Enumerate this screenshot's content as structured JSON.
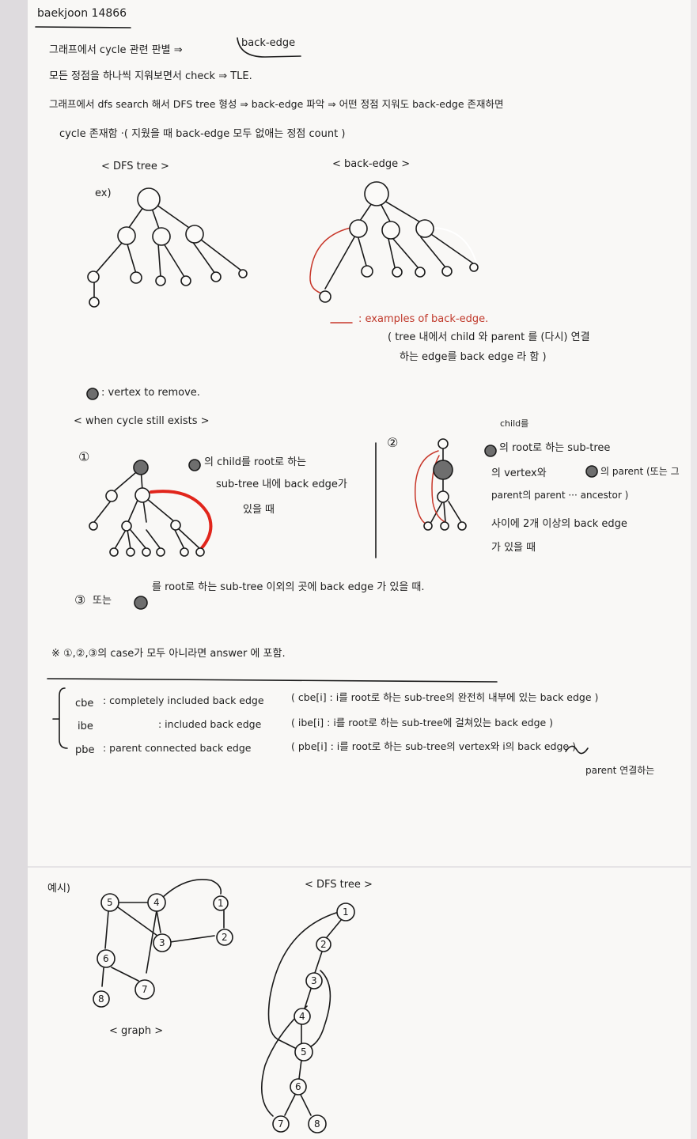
{
  "header": {
    "title": "baekjoon 14866"
  },
  "notes": {
    "line1_a": "그래프에서 cycle 관련 판별 ⇒",
    "line1_b": "back-edge",
    "line2": "모든 정점을 하나씩 지워보면서 check ⇒ TLE.",
    "line3": "그래프에서 dfs search 해서 DFS tree 형성 ⇒ back-edge 파악 ⇒ 어떤 정점 지워도 back-edge 존재하면",
    "line4": "cycle 존재함 ·( 지웠을 때 back-edge 모두 없애는 정점 count )"
  },
  "sketch_labels": {
    "dfs_tree": "< DFS tree >",
    "back_edge": "< back-edge >",
    "ex": "ex)",
    "examples_dash": "—",
    "examples": ": examples of back-edge.",
    "explain1": "( tree 내에서 child 와 parent 를 (다시) 연결",
    "explain2": "하는 edge를 back edge 라 함 )"
  },
  "cases": {
    "legend": ": vertex to remove.",
    "title": "< when cycle still exists >",
    "c1_num": "①",
    "c1_text1": "의 child를 root로 하는",
    "c1_text2": "sub-tree 내에 back edge가",
    "c1_text3": "있을 때",
    "c2_num": "②",
    "c2_child": "child를",
    "c2_text1": "의 root로 하는 sub-tree",
    "c2_text2": "의 vertex와",
    "c2_text2b": "의 parent (또는 그",
    "c2_text3": "parent의 parent ··· ancestor )",
    "c2_text4": "사이에 2개 이상의 back edge",
    "c2_text5": "가 있을 때",
    "c3_num": "③",
    "c3_a": "또는",
    "c3_b": "를 root로 하는 sub-tree 이외의 곳에 back edge 가 있을 때.",
    "answer": "※ ①,②,③의 case가 모두 아니라면 answer 에 포함."
  },
  "defs": {
    "cbe_name": "cbe",
    "cbe_desc": ": completely included back edge",
    "cbe_detail": "( cbe[i] : i를 root로 하는 sub-tree의 완전히 내부에 있는 back edge )",
    "ibe_name": "ibe",
    "ibe_desc": ": included back edge",
    "ibe_detail": "( ibe[i] : i를 root로 하는 sub-tree에 걸쳐있는 back edge )",
    "pbe_name": "pbe",
    "pbe_desc": ": parent connected back edge",
    "pbe_detail": "( pbe[i] : i를 root로 하는 sub-tree의 vertex와 i의 back edge )",
    "pbe_note": "parent 연결하는"
  },
  "example": {
    "label": "예시)",
    "graph_caption": "< graph >",
    "dfs_caption": "< DFS tree >",
    "nodes": [
      "1",
      "2",
      "3",
      "4",
      "5",
      "6",
      "7",
      "8"
    ]
  }
}
